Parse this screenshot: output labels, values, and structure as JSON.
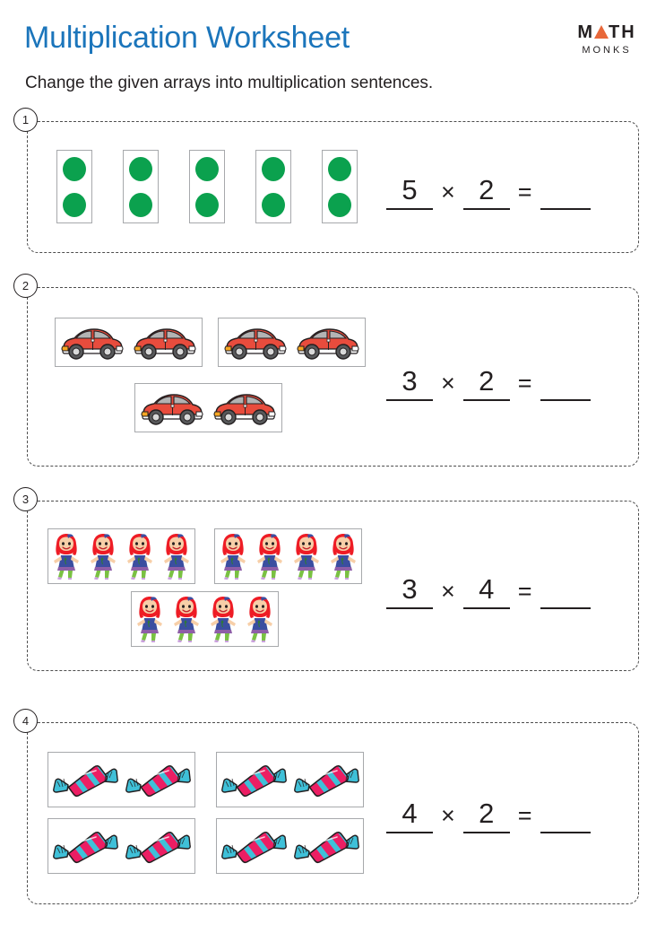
{
  "header": {
    "title": "Multiplication Worksheet",
    "subtitle": "Change the given arrays into multiplication sentences.",
    "logo": {
      "word_left": "M",
      "word_right": "TH",
      "brand_sub": "MONKS",
      "triangle_color": "#e8683a"
    },
    "title_color": "#1b75bb"
  },
  "problems": [
    {
      "number": "1",
      "item": "green-circle",
      "groups": 5,
      "per_group": 2,
      "layout": "row-5",
      "equation": {
        "factor1": "5",
        "operator": "×",
        "factor2": "2",
        "equals": "=",
        "answer": ""
      }
    },
    {
      "number": "2",
      "item": "red-car",
      "groups": 3,
      "per_group": 2,
      "layout": "two-top-one-bottom",
      "equation": {
        "factor1": "3",
        "operator": "×",
        "factor2": "2",
        "equals": "=",
        "answer": ""
      }
    },
    {
      "number": "3",
      "item": "doll",
      "groups": 3,
      "per_group": 4,
      "layout": "two-top-one-bottom",
      "equation": {
        "factor1": "3",
        "operator": "×",
        "factor2": "4",
        "equals": "=",
        "answer": ""
      }
    },
    {
      "number": "4",
      "item": "candy",
      "groups": 4,
      "per_group": 2,
      "layout": "grid-2x2",
      "equation": {
        "factor1": "4",
        "operator": "×",
        "factor2": "2",
        "equals": "=",
        "answer": ""
      }
    }
  ],
  "colors": {
    "dot_green": "#0ba14e",
    "car_red": "#e84c3d",
    "candy_pink": "#ec1e63",
    "candy_cyan": "#3fc0d8",
    "doll_hair": "#ee1c25",
    "doll_dress": "#3b4ea0",
    "border_dashed": "#4d4d4d",
    "box_border": "#a7a9ac"
  }
}
